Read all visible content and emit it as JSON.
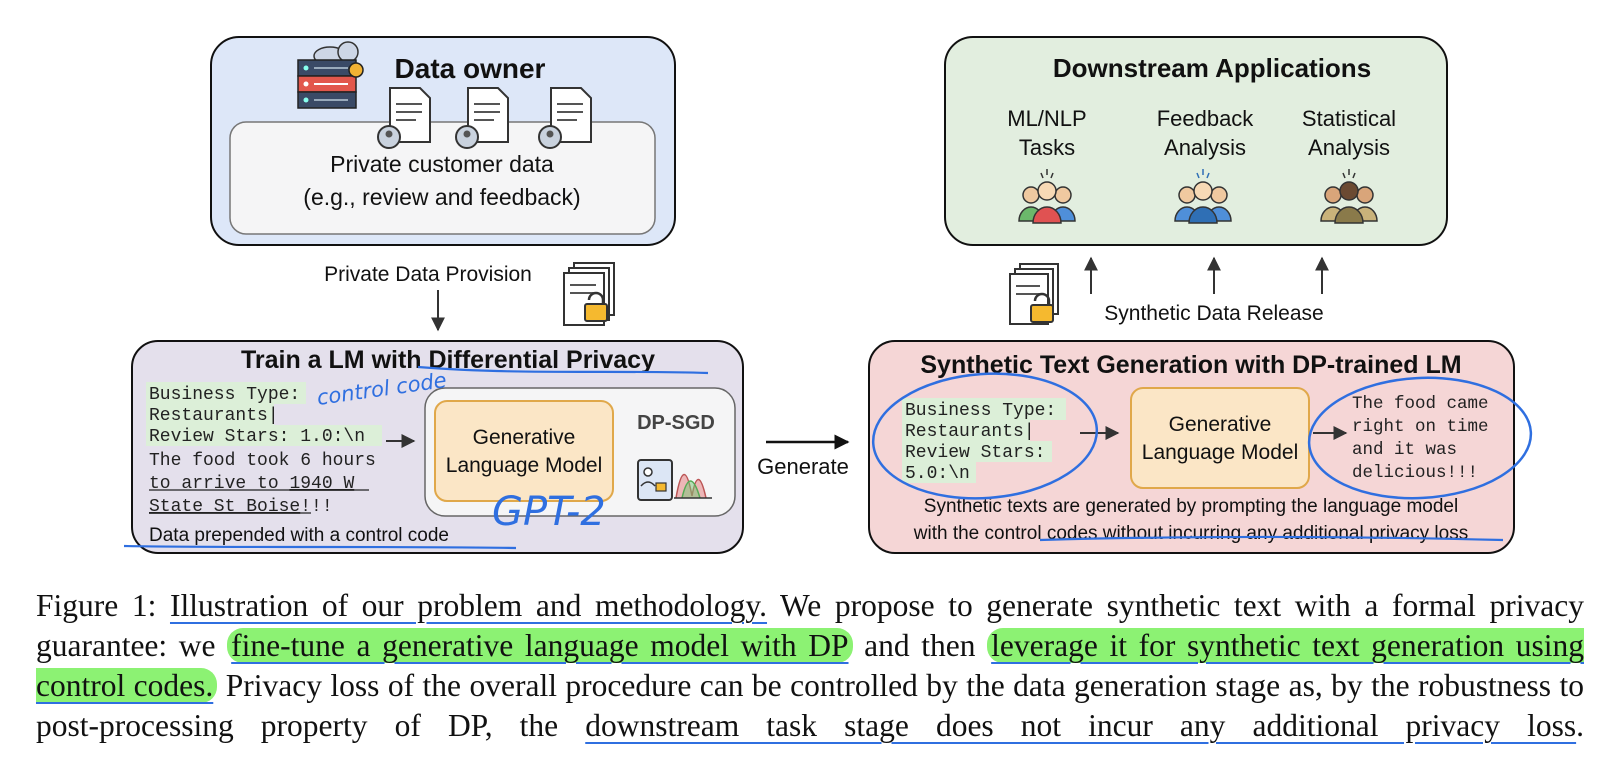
{
  "colors": {
    "data_owner_fill": "#dde7f8",
    "train_fill": "#e4e0ec",
    "downstream_fill": "#e2eedf",
    "synthetic_fill": "#f5d6d6",
    "model_fill": "#fbe6c6",
    "model_border": "#e0a84a",
    "code_highlight": "#dcefd8",
    "pen_blue": "#2f6fe0",
    "marker_green": "#7df05a"
  },
  "data_owner": {
    "title": "Data owner",
    "inner_line1": "Private customer data",
    "inner_line2": "(e.g., review and feedback)"
  },
  "provision_label": "Private Data Provision",
  "train": {
    "title": "Train a LM with Differential Privacy",
    "code_lines": [
      "Business Type:",
      "Restaurants|",
      "Review Stars: 1.0:\\n"
    ],
    "review_lines": [
      "The food took 6 hours",
      "to arrive to "
    ],
    "review_underlined_1": "1940 W",
    "review_underlined_2": "State St Boise",
    "review_tail": "!!!",
    "footnote": "Data prepended with a control code",
    "model_line1": "Generative",
    "model_line2": "Language Model",
    "dpsgd": "DP-SGD",
    "handwritten_control_code": "control code",
    "handwritten_gpt2": "GPT-2"
  },
  "generate_label": "Generate",
  "downstream": {
    "title": "Downstream Applications",
    "apps": [
      {
        "line1": "ML/NLP",
        "line2": "Tasks"
      },
      {
        "line1": "Feedback",
        "line2": "Analysis"
      },
      {
        "line1": "Statistical",
        "line2": "Analysis"
      }
    ]
  },
  "release_label": "Synthetic Data Release",
  "synthetic": {
    "title": "Synthetic Text Generation with DP-trained LM",
    "code_lines": [
      "Business Type:",
      "Restaurants|",
      "Review Stars:",
      "5.0:\\n"
    ],
    "model_line1": "Generative",
    "model_line2": "Language Model",
    "output_lines": [
      "The food came",
      "right on time",
      "and it was",
      "delicious!!!"
    ],
    "note_line1": "Synthetic texts are generated by prompting the language model",
    "note_line2": "with the control codes without incurring any additional privacy loss"
  },
  "caption": {
    "prefix": "Figure 1:",
    "s1": "Illustration of our problem and methodology.",
    "s2": " We propose to generate synthetic text with a formal privacy guarantee: we ",
    "s3": "fine-tune a generative language model with DP",
    "s4": " and then ",
    "s5": "leverage it for synthetic text generation using control codes.",
    "s6": " Privacy loss of the overall procedure can be controlled by the data generation stage as, by the robustness to post-processing property of DP, the ",
    "s7": "downstream task stage does not incur any additional privacy loss",
    "s8": "."
  }
}
